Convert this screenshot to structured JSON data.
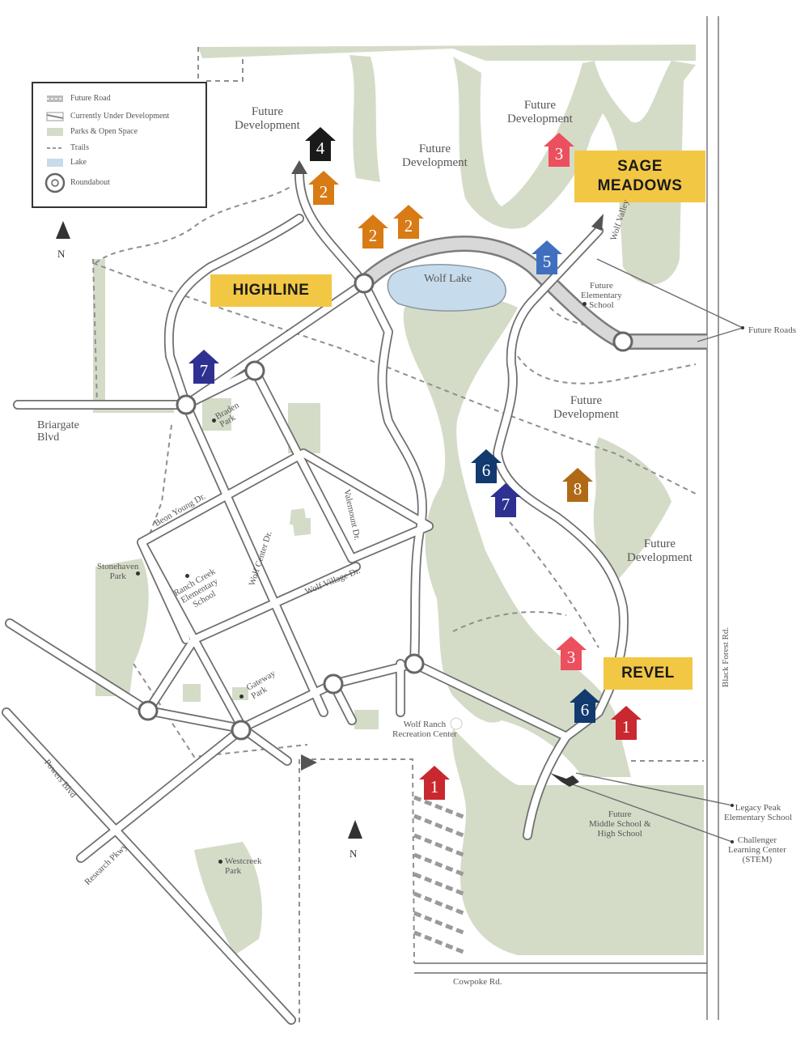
{
  "badges": {
    "highline": "HIGHLINE",
    "sage_line1": "SAGE",
    "sage_line2": "MEADOWS",
    "revel": "REVEL"
  },
  "legend": {
    "future_road": "Future Road",
    "under_development": "Currently Under Development",
    "parks": "Parks & Open Space",
    "trails": "Trails",
    "lake": "Lake",
    "roundabout": "Roundabout"
  },
  "north": "N",
  "markers": [
    {
      "num": "4",
      "color": "#1a1a1a"
    },
    {
      "num": "2",
      "color": "#d87b15"
    },
    {
      "num": "2",
      "color": "#d87b15"
    },
    {
      "num": "2",
      "color": "#d87b15"
    },
    {
      "num": "3",
      "color": "#ec4f5e"
    },
    {
      "num": "5",
      "color": "#3f6fbe"
    },
    {
      "num": "7",
      "color": "#2e3192"
    },
    {
      "num": "6",
      "color": "#123a6e"
    },
    {
      "num": "7",
      "color": "#2e3192"
    },
    {
      "num": "8",
      "color": "#b06a16"
    },
    {
      "num": "3",
      "color": "#ec4f5e"
    },
    {
      "num": "6",
      "color": "#123a6e"
    },
    {
      "num": "1",
      "color": "#c8282e"
    },
    {
      "num": "1",
      "color": "#c8282e"
    }
  ],
  "labels": {
    "future_dev": "Future",
    "future_dev2": "Development",
    "wolf_lake": "Wolf Lake",
    "future_elem_1": "Future",
    "future_elem_2": "Elementary",
    "future_elem_3": "School",
    "future_roads": "Future Roads",
    "briargate_1": "Briargate",
    "briargate_2": "Blvd",
    "braden_1": "Braden",
    "braden_2": "Park",
    "stonehaven_1": "Stonehaven",
    "stonehaven_2": "Park",
    "ranch_creek_1": "Ranch Creek",
    "ranch_creek_2": "Elementary",
    "ranch_creek_3": "School",
    "gateway_1": "Gateway",
    "gateway_2": "Park",
    "wolf_ranch_1": "Wolf Ranch",
    "wolf_ranch_2": "Recreation Center",
    "future_ms_1": "Future",
    "future_ms_2": "Middle School &",
    "future_ms_3": "High School",
    "legacy_1": "Legacy Peak",
    "legacy_2": "Elementary School",
    "challenger_1": "Challenger",
    "challenger_2": "Learning Center",
    "challenger_3": "(STEM)",
    "westcreek_1": "Westcreek",
    "westcreek_2": "Park",
    "beon_young": "Beon Young Dr.",
    "wolf_center": "Wolf Center Dr.",
    "valemount": "Valemount Dr.",
    "wolf_village": "Wolf Village Dr.",
    "wolf_valley": "Wolf Valley",
    "powers": "Powers Blvd",
    "research": "Research Pkwy",
    "cowpoke": "Cowpoke Rd.",
    "black_forest": "Black Forest Rd."
  },
  "colors": {
    "park": "#d4dcc8",
    "lake": "#c6dced",
    "badge": "#f2c744"
  }
}
